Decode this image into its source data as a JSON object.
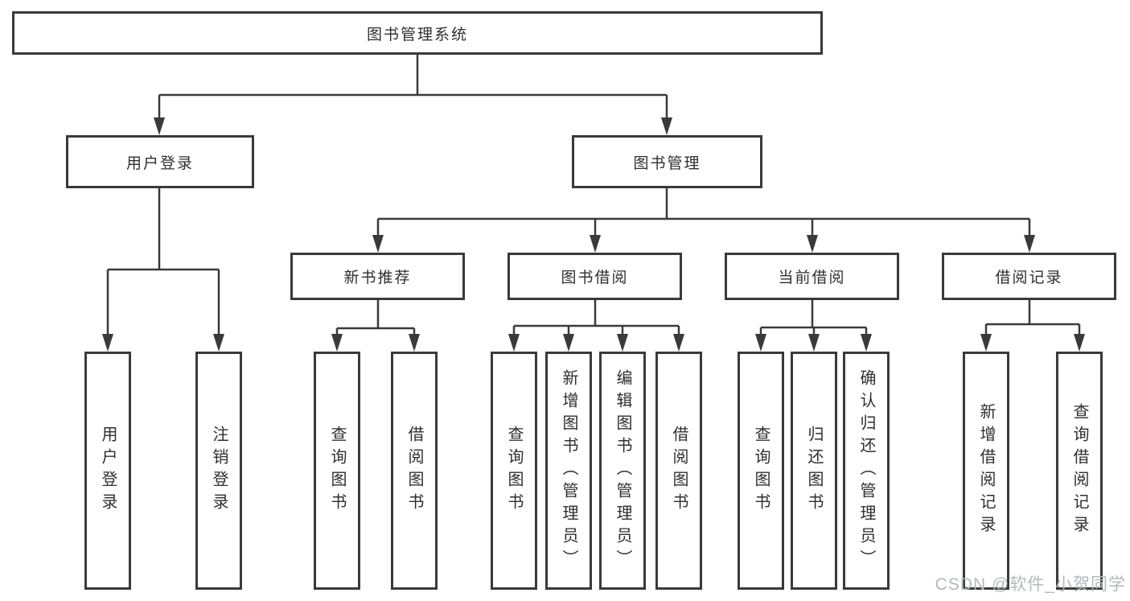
{
  "tree": {
    "root": {
      "label": "图书管理系统"
    },
    "children": [
      {
        "label": "用户登录",
        "children": [
          {
            "label": "用户登录"
          },
          {
            "label": "注销登录"
          }
        ]
      },
      {
        "label": "图书管理",
        "children": [
          {
            "label": "新书推荐",
            "children": [
              {
                "label": "查询图书"
              },
              {
                "label": "借阅图书"
              }
            ]
          },
          {
            "label": "图书借阅",
            "children": [
              {
                "label": "查询图书"
              },
              {
                "label": "新增图书（管理员）"
              },
              {
                "label": "编辑图书（管理员）"
              },
              {
                "label": "借阅图书"
              }
            ]
          },
          {
            "label": "当前借阅",
            "children": [
              {
                "label": "查询图书"
              },
              {
                "label": "归还图书"
              },
              {
                "label": "确认归还（管理员）"
              }
            ]
          },
          {
            "label": "借阅记录",
            "children": [
              {
                "label": "新增借阅记录"
              },
              {
                "label": "查询借阅记录"
              }
            ]
          }
        ]
      }
    ]
  },
  "watermark": "CSDN @软件_小贺同学",
  "colors": {
    "line": "#3a3a3a",
    "box_border": "#3a3a3a",
    "text": "#2f2f2f",
    "watermark": "#b4b8bc",
    "background": "#ffffff"
  }
}
